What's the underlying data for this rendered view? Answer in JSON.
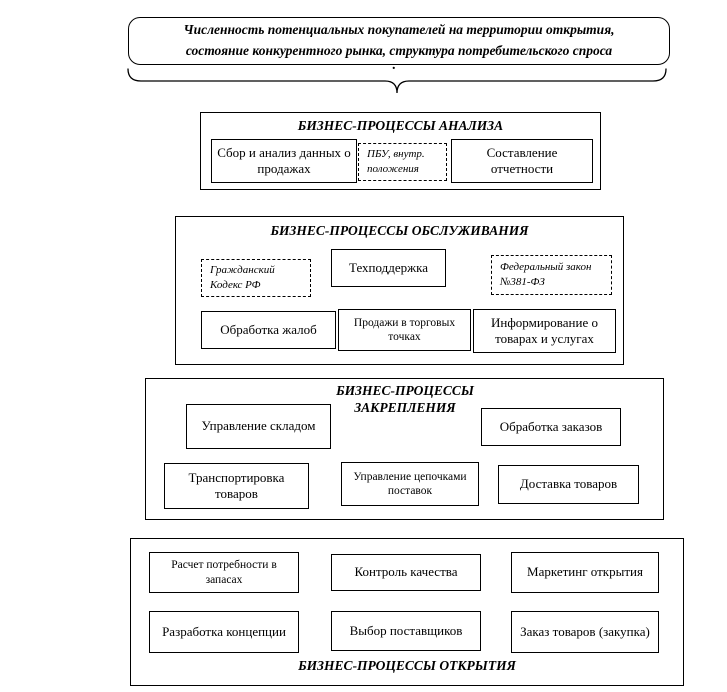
{
  "top_note": {
    "line1": "Численность потенциальных покупателей на территории открытия,",
    "line2": "состояние конкурентного рынка, структура потребительского спроса",
    "period": "."
  },
  "analysis": {
    "title": "БИЗНЕС-ПРОЦЕССЫ АНАЛИЗА",
    "sales": "Сбор и анализ данных о продажах",
    "pbu": "ПБУ, внутр. положения",
    "reporting": "Составление отчетности"
  },
  "service": {
    "title": "БИЗНЕС-ПРОЦЕССЫ ОБСЛУЖИВАНИЯ",
    "civil_code": "Гражданский Кодекс РФ",
    "support": "Техподдержка",
    "federal_law": "Федеральный закон №381-ФЗ",
    "complaints": "Обработка жалоб",
    "retail_sales": "Продажи в торговых точках",
    "informing": "Информирование о товарах и услугах"
  },
  "consolidation": {
    "title": "БИЗНЕС-ПРОЦЕССЫ ЗАКРЕПЛЕНИЯ",
    "warehouse": "Управление складом",
    "orders": "Обработка заказов",
    "transport": "Транспортировка товаров",
    "supply_chain": "Управление цепочками поставок",
    "delivery": "Доставка товаров"
  },
  "opening": {
    "title": "БИЗНЕС-ПРОЦЕССЫ ОТКРЫТИЯ",
    "stock_need": "Расчет потребности в запасах",
    "quality": "Контроль качества",
    "marketing": "Маркетинг открытия",
    "concept": "Разработка концепции",
    "suppliers": "Выбор поставщиков",
    "order_goods": "Заказ товаров (закупка)"
  }
}
